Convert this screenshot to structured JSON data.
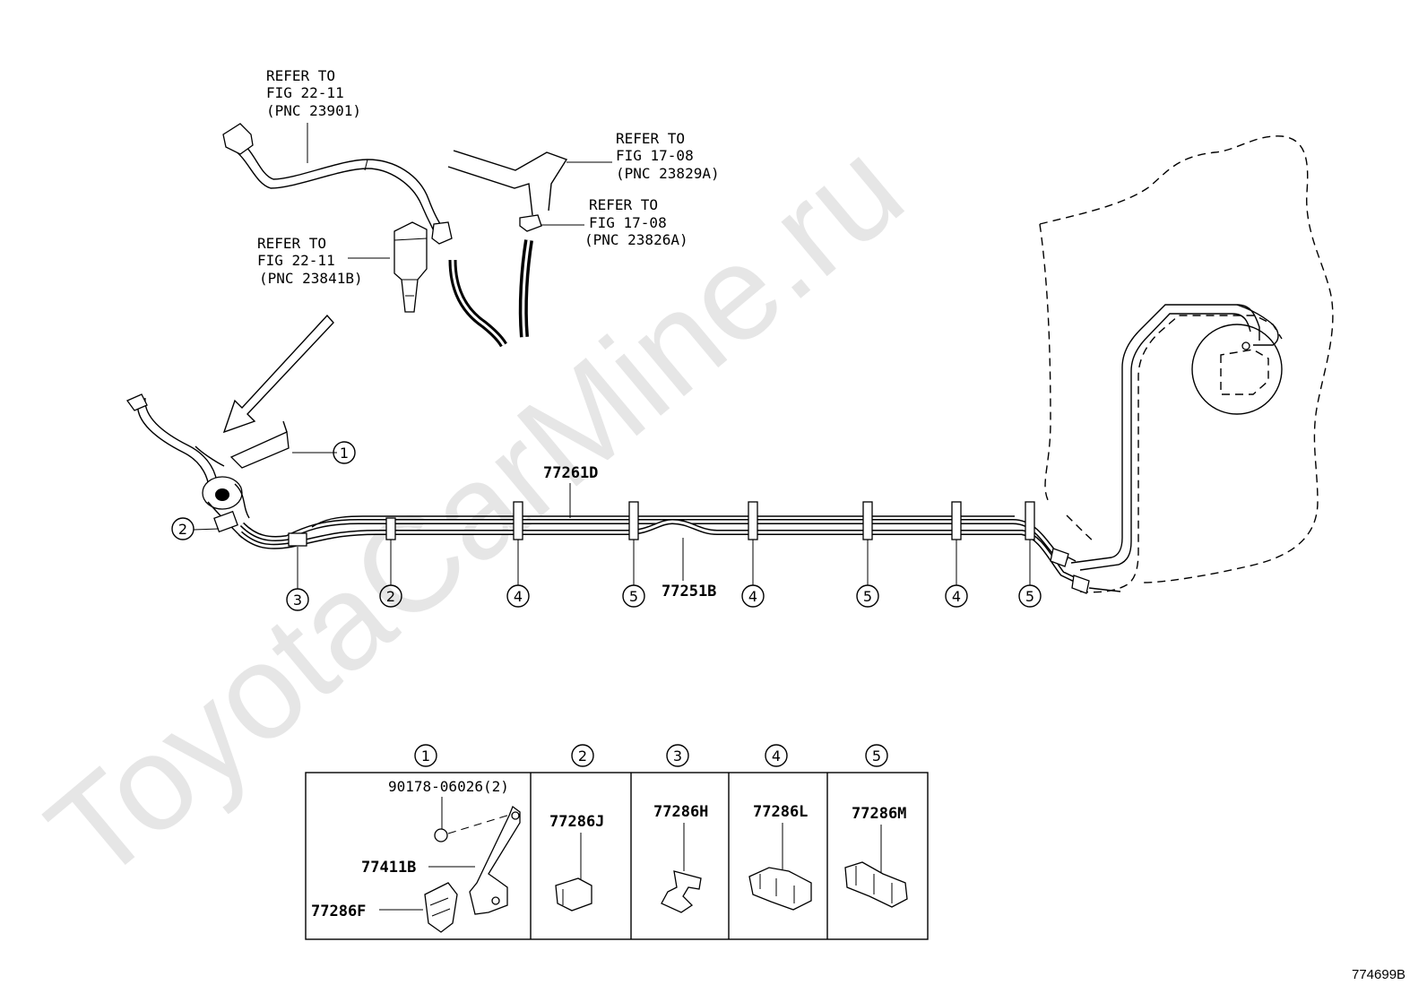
{
  "watermark": "ToyotaCarMine.ru",
  "figure_code": "774699B",
  "refs": [
    {
      "line1": "REFER TO",
      "line2": "FIG 22-11",
      "line3": "(PNC 23901)"
    },
    {
      "line1": "REFER TO",
      "line2": "FIG 17-08",
      "line3": "(PNC 23829A)"
    },
    {
      "line1": "REFER TO",
      "line2": "FIG 17-08",
      "line3": "(PNC 23826A)"
    },
    {
      "line1": "REFER TO",
      "line2": "FIG 22-11",
      "line3": "(PNC 23841B)"
    }
  ],
  "part_numbers": {
    "tube_upper": "77261D",
    "tube_lower": "77251B"
  },
  "callouts": {
    "c1": "1",
    "c2": "2",
    "c3": "3",
    "c4": "4",
    "c5": "5"
  },
  "table": {
    "headers": [
      "1",
      "2",
      "3",
      "4",
      "5"
    ],
    "cell1": {
      "bolt": "90178-06026(2)",
      "bracket": "77411B",
      "clamp": "77286F"
    },
    "cell2": "77286J",
    "cell3": "77286H",
    "cell4": "77286L",
    "cell5": "77286M"
  }
}
